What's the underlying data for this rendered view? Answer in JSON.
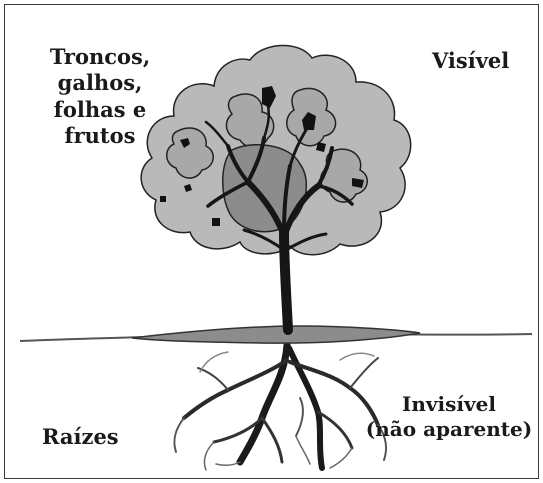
{
  "labels": {
    "above_ground": [
      "Troncos,",
      "galhos,",
      "folhas e",
      "frutos"
    ],
    "above_ground_status": "Visível",
    "below_ground": "Raízes",
    "below_ground_status": [
      "Invisível",
      "(não aparente)"
    ]
  },
  "colors": {
    "foliage": "#b9b9b9",
    "foliage_dark": "#8c8c8c",
    "trunk": "#161616",
    "ground_line": "#555555",
    "background": "#ffffff"
  }
}
